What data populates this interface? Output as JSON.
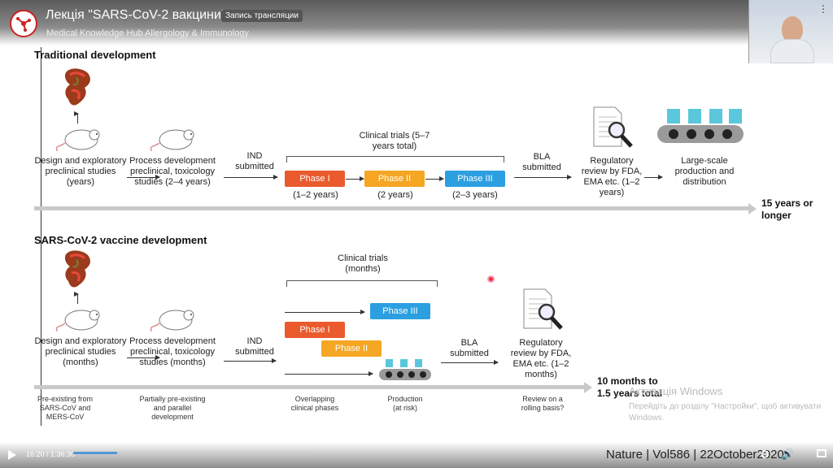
{
  "player": {
    "title": "Лекція \"SARS-CoV-2 вакцини\".",
    "badge": "Запись трансляции",
    "channel": "Medical Knowledge Hub Allergology & Immunology",
    "time": "16:20 / 1:36:30",
    "progress_fraction": 0.18,
    "menu_icon": "⋮"
  },
  "traditional": {
    "heading": "Traditional development",
    "design": "Design and exploratory preclinical studies (years)",
    "process": "Process development preclinical, toxicology studies (2–4 years)",
    "ind": "IND submitted",
    "clinical": "Clinical trials (5–7 years total)",
    "phase1": "Phase I",
    "phase2": "Phase II",
    "phase3": "Phase III",
    "dur1": "(1–2 years)",
    "dur2": "(2 years)",
    "dur3": "(2–3 years)",
    "bla": "BLA submitted",
    "regulatory": "Regulatory review by FDA, EMA etc. (1–2 years)",
    "production": "Large-scale production and distribution",
    "total": "15 years or longer"
  },
  "sars": {
    "heading": "SARS-CoV-2 vaccine development",
    "design": "Design and exploratory preclinical studies (months)",
    "process": "Process development preclinical, toxicology studies (months)",
    "ind": "IND submitted",
    "clinical": "Clinical trials (months)",
    "phase1": "Phase I",
    "phase2": "Phase II",
    "phase3": "Phase III",
    "bla": "BLA submitted",
    "regulatory": "Regulatory review by FDA, EMA etc. (1–2 months)",
    "total": "10 months to 1.5 years total",
    "note_design": "Pre-existing from SARS-CoV and MERS-CoV",
    "note_process": "Partially pre-existing and parallel development",
    "note_clinical": "Overlapping clinical phases",
    "note_production": "Production (at risk)",
    "note_review": "Review on a rolling basis?"
  },
  "windows": {
    "watermark": "Активація Windows",
    "hint": "Перейдіть до розділу \"Настройки\", щоб активувати Windows."
  },
  "credit": "Nature | Vol586 | 22October2020"
}
